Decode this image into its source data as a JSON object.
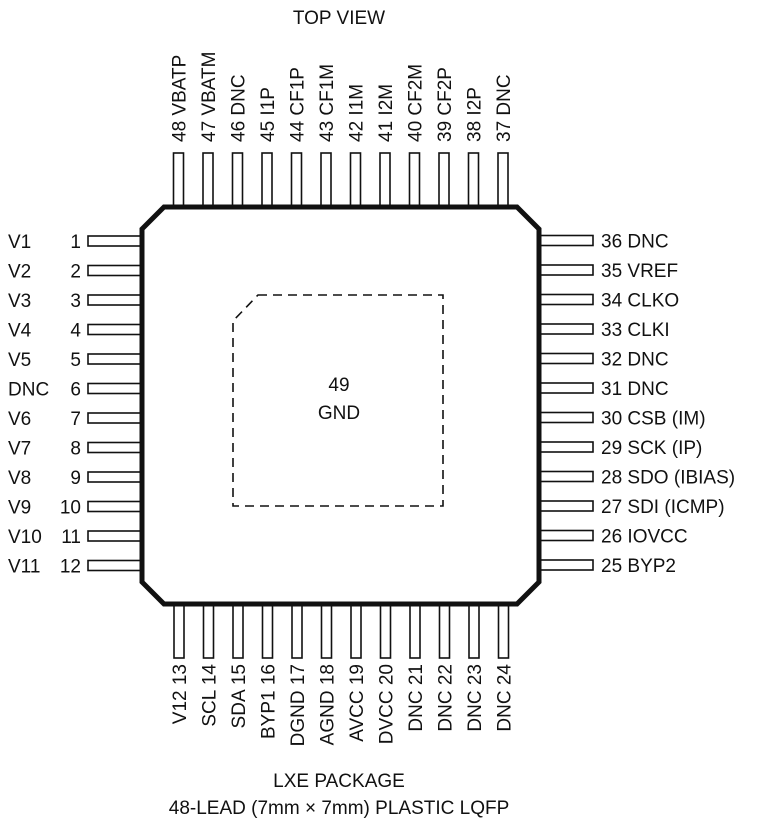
{
  "view_title": "TOP VIEW",
  "package": {
    "line1": "LXE PACKAGE",
    "line2": "48-LEAD (7mm × 7mm) PLASTIC LQFP"
  },
  "exposed_pad": {
    "number": "49",
    "name": "GND"
  },
  "pins": {
    "left": [
      {
        "number": "1",
        "name": "V1"
      },
      {
        "number": "2",
        "name": "V2"
      },
      {
        "number": "3",
        "name": "V3"
      },
      {
        "number": "4",
        "name": "V4"
      },
      {
        "number": "5",
        "name": "V5"
      },
      {
        "number": "6",
        "name": "DNC"
      },
      {
        "number": "7",
        "name": "V6"
      },
      {
        "number": "8",
        "name": "V7"
      },
      {
        "number": "9",
        "name": "V8"
      },
      {
        "number": "10",
        "name": "V9"
      },
      {
        "number": "11",
        "name": "V10"
      },
      {
        "number": "12",
        "name": "V11"
      }
    ],
    "bottom": [
      {
        "number": "13",
        "name": "V12"
      },
      {
        "number": "14",
        "name": "SCL"
      },
      {
        "number": "15",
        "name": "SDA"
      },
      {
        "number": "16",
        "name": "BYP1"
      },
      {
        "number": "17",
        "name": "DGND"
      },
      {
        "number": "18",
        "name": "AGND"
      },
      {
        "number": "19",
        "name": "AVCC"
      },
      {
        "number": "20",
        "name": "DVCC"
      },
      {
        "number": "21",
        "name": "DNC"
      },
      {
        "number": "22",
        "name": "DNC"
      },
      {
        "number": "23",
        "name": "DNC"
      },
      {
        "number": "24",
        "name": "DNC"
      }
    ],
    "right": [
      {
        "number": "25",
        "name": "BYP2"
      },
      {
        "number": "26",
        "name": "IOVCC"
      },
      {
        "number": "27",
        "name": "SDI (ICMP)"
      },
      {
        "number": "28",
        "name": "SDO (IBIAS)"
      },
      {
        "number": "29",
        "name": "SCK (IP)"
      },
      {
        "number": "30",
        "name": "CSB (IM)"
      },
      {
        "number": "31",
        "name": "DNC"
      },
      {
        "number": "32",
        "name": "DNC"
      },
      {
        "number": "33",
        "name": "CLKI"
      },
      {
        "number": "34",
        "name": "CLKO"
      },
      {
        "number": "35",
        "name": "VREF"
      },
      {
        "number": "36",
        "name": "DNC"
      }
    ],
    "top": [
      {
        "number": "37",
        "name": "DNC"
      },
      {
        "number": "38",
        "name": "I2P"
      },
      {
        "number": "39",
        "name": "CF2P"
      },
      {
        "number": "40",
        "name": "CF2M"
      },
      {
        "number": "41",
        "name": "I2M"
      },
      {
        "number": "42",
        "name": "I1M"
      },
      {
        "number": "43",
        "name": "CF1M"
      },
      {
        "number": "44",
        "name": "CF1P"
      },
      {
        "number": "45",
        "name": "I1P"
      },
      {
        "number": "46",
        "name": "DNC"
      },
      {
        "number": "47",
        "name": "VBATM"
      },
      {
        "number": "48",
        "name": "VBATP"
      }
    ]
  }
}
